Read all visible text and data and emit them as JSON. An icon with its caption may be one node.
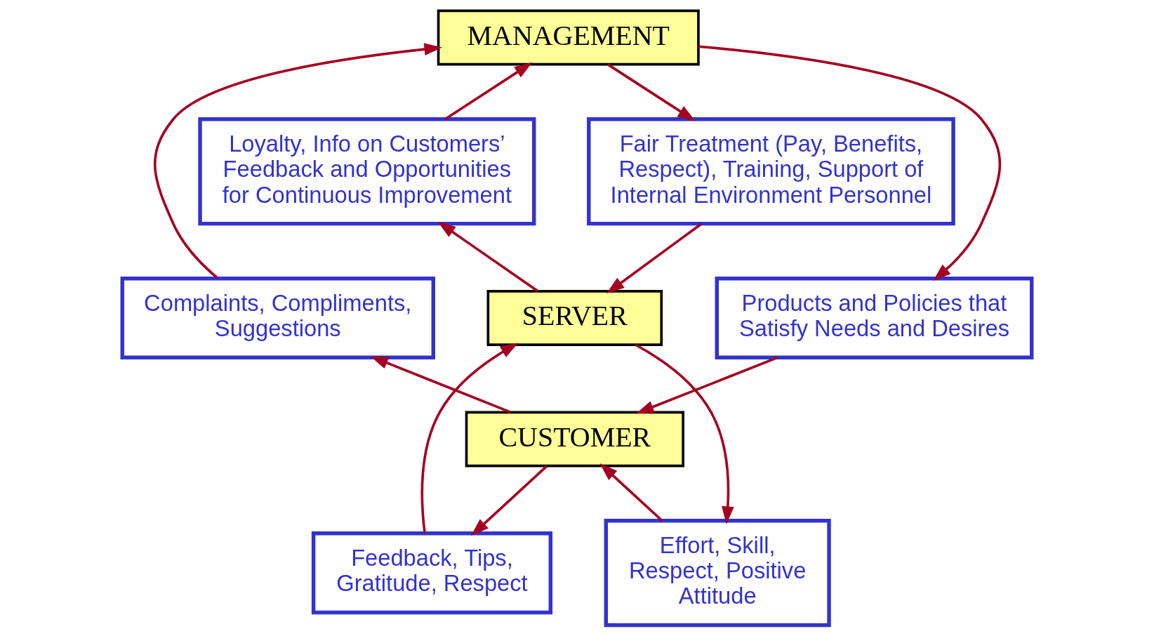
{
  "diagram": {
    "nodes": [
      {
        "text": [
          "MANAGEMENT"
        ]
      },
      {
        "text": [
          "Loyalty, Info on Customers’ Feedback and Opportunities for Continuous Improvement"
        ]
      },
      {
        "text": [
          "Fair Treatment (Pay, Benefits, Respect), Training, Support of Internal Environment Personnel"
        ]
      },
      {
        "text": [
          "Complaints, Compliments, Suggestions"
        ]
      },
      {
        "text": [
          "SERVER"
        ]
      },
      {
        "text": [
          "Products and Policies that Satisfy Needs and Desires"
        ]
      },
      {
        "text": [
          "Feedback, Tips, Gratitude, Respect"
        ]
      },
      {
        "text": [
          "Effort, Skill, Respect, Positive Attitude"
        ]
      },
      {
        "text": [
          "CUSTOMER"
        ]
      }
    ],
    "edges": [
      {
        "from": 3,
        "to": 0,
        "arrow": "to"
      },
      {
        "from": 1,
        "to": 0,
        "arrow": "to"
      },
      {
        "from": 0,
        "to": 2,
        "arrow": "to"
      },
      {
        "from": 0,
        "to": 5,
        "arrow": "to"
      },
      {
        "from": 2,
        "to": 4,
        "arrow": "to"
      },
      {
        "from": 4,
        "to": 1,
        "arrow": "to"
      },
      {
        "from": 6,
        "to": 4,
        "arrow": "to"
      },
      {
        "from": 4,
        "to": 7,
        "arrow": "to"
      },
      {
        "from": 7,
        "to": 8,
        "arrow": "to"
      },
      {
        "from": 5,
        "to": 8,
        "arrow": "to"
      },
      {
        "from": 8,
        "to": 6,
        "arrow": "to"
      },
      {
        "from": 8,
        "to": 3,
        "arrow": "to"
      }
    ]
  }
}
